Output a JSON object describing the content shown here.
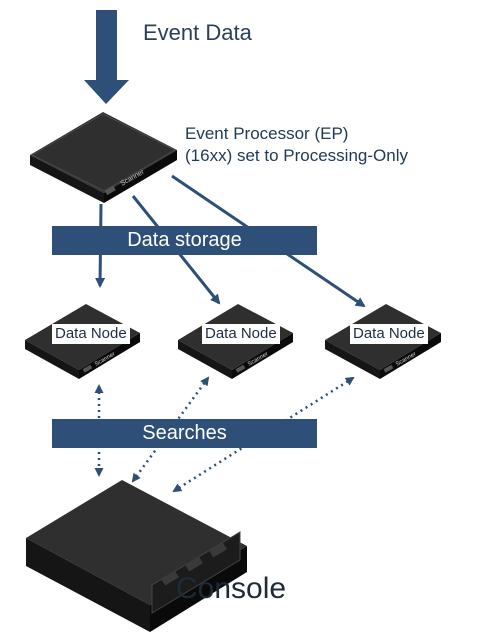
{
  "labels": {
    "event_data": "Event Data",
    "ep_line1": "Event Processor (EP)",
    "ep_line2": "(16xx) set to Processing-Only",
    "data_storage": "Data storage",
    "searches": "Searches",
    "console": "Console"
  },
  "nodes": [
    {
      "label": "Data Node",
      "brand": "Scanner"
    },
    {
      "label": "Data Node",
      "brand": "Scanner"
    },
    {
      "label": "Data Node",
      "brand": "Scanner"
    }
  ],
  "ep_brand": "Scanner",
  "colors": {
    "arrow": "#2e4f77",
    "band": "#2e4f77",
    "device_top": "#2a2a2a",
    "device_side": "#0d0d0d"
  }
}
